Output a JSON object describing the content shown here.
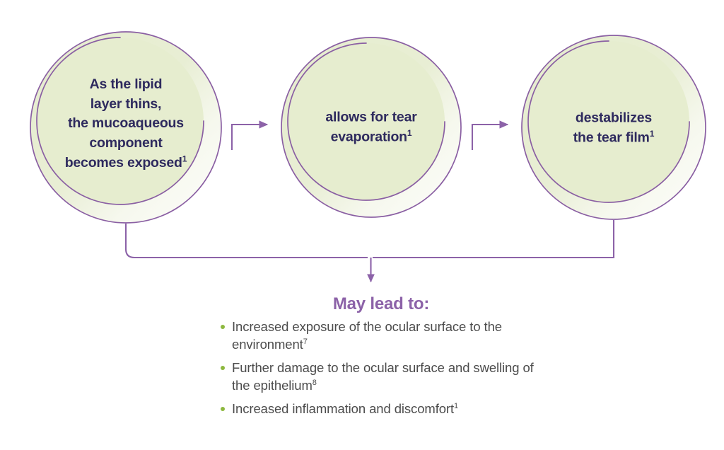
{
  "diagram": {
    "title_semantic": "tear-film-destabilization-flow",
    "colors": {
      "circle_fill": "#e6edcf",
      "circle_stroke": "#8a5fa3",
      "circle_text": "#2e2a5e",
      "connector": "#8c62a8",
      "heading_purple": "#8c62a8",
      "bullet_green": "#8db83f",
      "body_text": "#4c4c4c",
      "background": "#ffffff"
    },
    "steps": [
      {
        "id": "step-1",
        "text": "As the lipid\nlayer thins,\nthe mucoaqueous\ncomponent\nbecomes exposed",
        "superscript": "1"
      },
      {
        "id": "step-2",
        "text": "allows for tear\nevaporation",
        "superscript": "1"
      },
      {
        "id": "step-3",
        "text": "destabilizes\nthe tear film",
        "superscript": "1"
      }
    ],
    "connectors": [
      {
        "id": "arrow-step1-to-step2",
        "direction": "right"
      },
      {
        "id": "arrow-step2-to-step3",
        "direction": "right"
      },
      {
        "id": "arrow-merge-to-outcome",
        "direction": "down"
      }
    ],
    "outcome": {
      "heading": "May lead to:",
      "items": [
        {
          "text": "Increased exposure of the ocular surface to the environment",
          "superscript": "7"
        },
        {
          "text": "Further damage to the ocular surface and swelling of the epithelium",
          "superscript": "8"
        },
        {
          "text": "Increased inflammation and discomfort",
          "superscript": "1"
        }
      ]
    }
  }
}
